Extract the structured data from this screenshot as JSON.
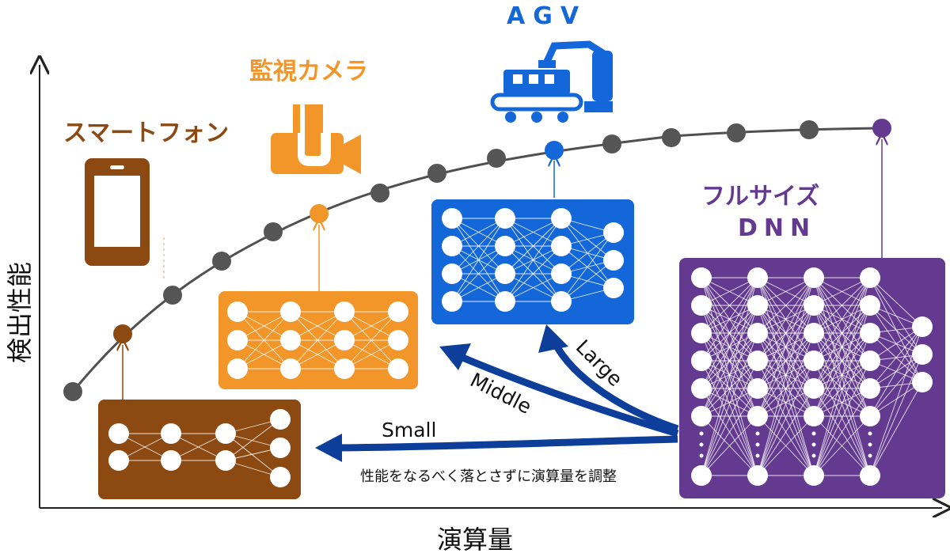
{
  "axes": {
    "y_label": "検出性能",
    "x_label": "演算量"
  },
  "devices": {
    "smartphone": {
      "label": "スマートフォン",
      "icon": "smartphone-icon",
      "color": "#8c4a12"
    },
    "camera": {
      "label": "監視カメラ",
      "icon": "camera-icon",
      "color": "#f2962a"
    },
    "agv": {
      "label": "AGV",
      "icon": "agv-robot-icon",
      "color": "#1467d8"
    },
    "full_dnn": {
      "label_line1": "フルサイズ",
      "label_line2": "DNN",
      "color": "#633a8f"
    }
  },
  "arrows": {
    "small": "Small",
    "middle": "Middle",
    "large": "Large"
  },
  "note": "性能をなるべく落とさずに演算量を調整",
  "colors": {
    "curve": "#505050",
    "dot": "#555555",
    "arrow": "#0d3f9a"
  }
}
